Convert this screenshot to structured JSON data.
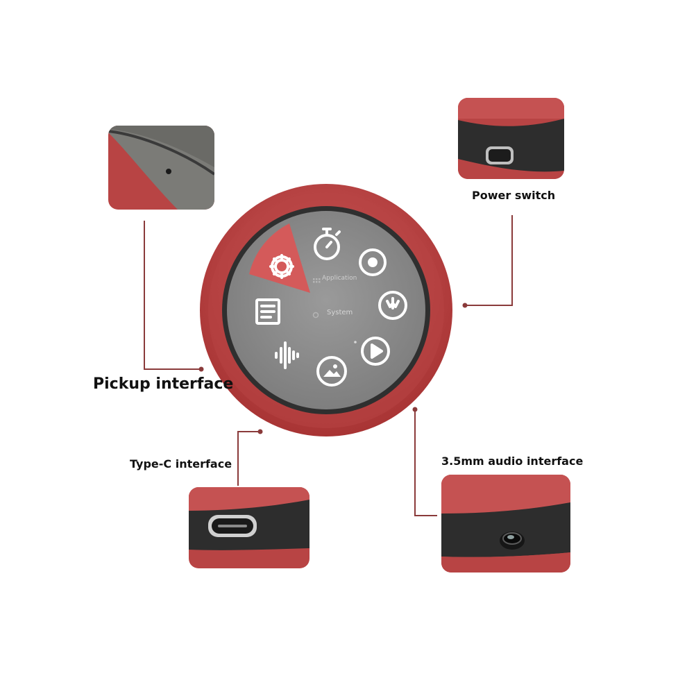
{
  "labels": {
    "pickup": "Pickup interface",
    "power": "Power switch",
    "typec": "Type-C interface",
    "audio": "3.5mm audio interface"
  },
  "screen": {
    "application_label": "Application",
    "system_label": "System"
  },
  "colors": {
    "body_red": "#b53c3c",
    "body_red_light": "#c85454",
    "bezel": "#3a3a3a",
    "screen_gray": "#8c8c8c",
    "highlight_red": "#d45a5a",
    "leader_line": "#8a3a3a"
  },
  "icons": [
    "settings-gear-icon",
    "timer-icon",
    "disc-icon",
    "gauge-icon",
    "document-icon",
    "waveform-icon",
    "image-icon",
    "play-icon"
  ]
}
